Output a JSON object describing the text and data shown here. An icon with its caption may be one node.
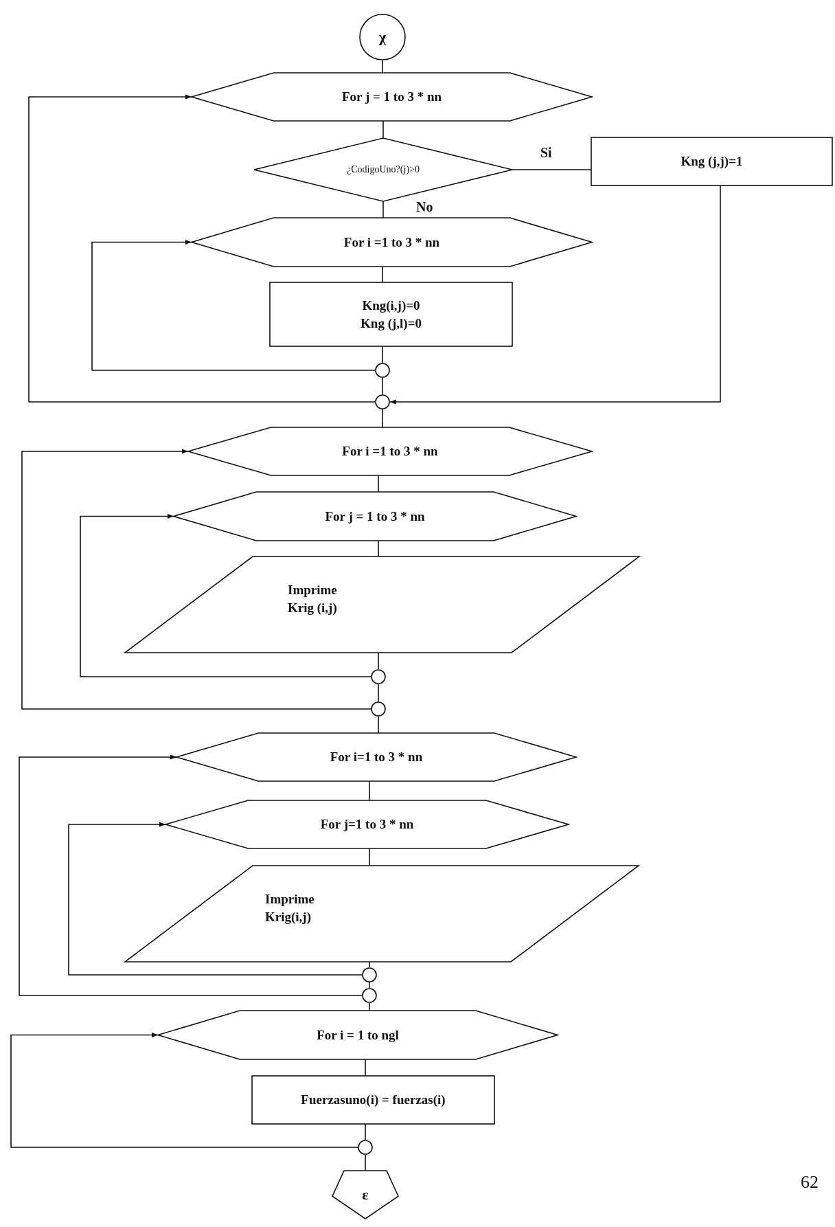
{
  "diagram": {
    "nodes": [
      {
        "text": [
          "χ"
        ]
      },
      {
        "text": [
          "For j = 1 to 3 * nn"
        ]
      },
      {
        "text": [
          "¿CodigoUno?(j)>0"
        ]
      },
      {
        "text": [
          "Kng (j,j)=1"
        ]
      },
      {
        "text": [
          "For i =1 to 3 * nn"
        ]
      },
      {
        "text": [
          "Kng(i,j)=0",
          "Kng (j,l)=0"
        ]
      },
      {
        "text": [],
        "shape": "circle"
      },
      {
        "text": [],
        "shape": "circle"
      },
      {
        "text": [
          "For i =1 to 3 * nn"
        ]
      },
      {
        "text": [
          "For j = 1 to 3 * nn"
        ]
      },
      {
        "text": [
          "Imprime Krig (i,j)"
        ]
      },
      {
        "text": [],
        "shape": "circle"
      },
      {
        "text": [],
        "shape": "circle"
      },
      {
        "text": [
          "For i=1 to 3 * nn"
        ]
      },
      {
        "text": [
          "For j=1 to 3 * nn"
        ]
      },
      {
        "text": [
          "Imprime Krig(i,j)"
        ]
      },
      {
        "text": [],
        "shape": "circle"
      },
      {
        "text": [],
        "shape": "circle"
      },
      {
        "text": [
          "For i = 1 to ngl"
        ]
      },
      {
        "text": [
          "Fuerzasuno(i) = fuerzas(i)"
        ]
      },
      {
        "text": [],
        "shape": "circle"
      },
      {
        "text": [
          "ε"
        ]
      }
    ],
    "edges": [
      {
        "from": 0,
        "to": 1,
        "arrow": "none"
      },
      {
        "from": 1,
        "to": 2,
        "arrow": "none"
      },
      {
        "from": 2,
        "to": 3,
        "arrow": "none",
        "label": "Si"
      },
      {
        "from": 2,
        "to": 4,
        "arrow": "none",
        "label": "No"
      },
      {
        "from": 4,
        "to": 5,
        "arrow": "none"
      },
      {
        "from": 5,
        "to": 6,
        "arrow": "none"
      },
      {
        "from": 6,
        "to": 4,
        "arrow": "to"
      },
      {
        "from": 6,
        "to": 7,
        "arrow": "none"
      },
      {
        "from": 3,
        "to": 7,
        "arrow": "to"
      },
      {
        "from": 7,
        "to": 1,
        "arrow": "to"
      },
      {
        "from": 7,
        "to": 8,
        "arrow": "none"
      },
      {
        "from": 8,
        "to": 9,
        "arrow": "none"
      },
      {
        "from": 9,
        "to": 10,
        "arrow": "none"
      },
      {
        "from": 10,
        "to": 11,
        "arrow": "none"
      },
      {
        "from": 11,
        "to": 9,
        "arrow": "to"
      },
      {
        "from": 11,
        "to": 12,
        "arrow": "none"
      },
      {
        "from": 12,
        "to": 8,
        "arrow": "to"
      },
      {
        "from": 12,
        "to": 13,
        "arrow": "none"
      },
      {
        "from": 13,
        "to": 14,
        "arrow": "none"
      },
      {
        "from": 14,
        "to": 15,
        "arrow": "none"
      },
      {
        "from": 15,
        "to": 16,
        "arrow": "none"
      },
      {
        "from": 16,
        "to": 14,
        "arrow": "to"
      },
      {
        "from": 16,
        "to": 17,
        "arrow": "none"
      },
      {
        "from": 17,
        "to": 13,
        "arrow": "to"
      },
      {
        "from": 17,
        "to": 18,
        "arrow": "none"
      },
      {
        "from": 18,
        "to": 19,
        "arrow": "none"
      },
      {
        "from": 19,
        "to": 20,
        "arrow": "none"
      },
      {
        "from": 20,
        "to": 18,
        "arrow": "to"
      },
      {
        "from": 20,
        "to": 21,
        "arrow": "none"
      }
    ],
    "labels": [
      "62"
    ]
  }
}
